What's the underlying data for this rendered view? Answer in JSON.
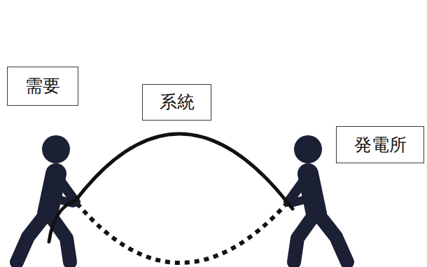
{
  "diagram": {
    "nodes": [
      {
        "text": [
          "需要"
        ]
      },
      {
        "text": [
          "系統"
        ]
      },
      {
        "text": [
          "発電所"
        ]
      }
    ]
  }
}
